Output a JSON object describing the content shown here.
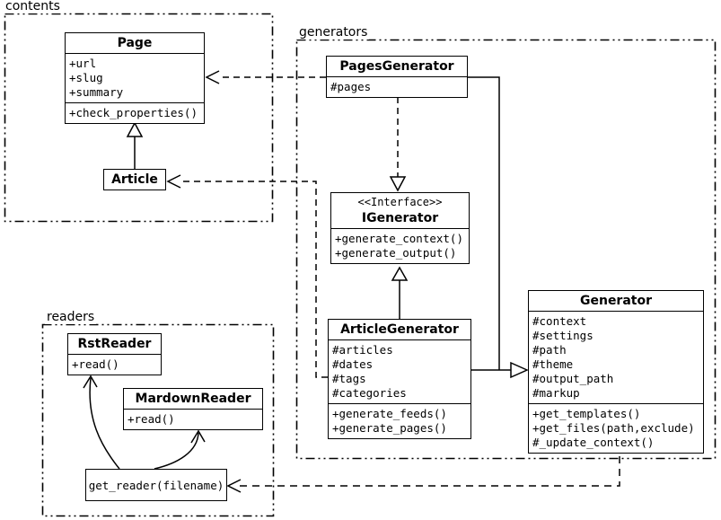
{
  "colors": {
    "line": "#000000",
    "background": "#ffffff"
  },
  "packages": {
    "contents": {
      "label": "contents"
    },
    "generators": {
      "label": "generators"
    },
    "readers": {
      "label": "readers"
    }
  },
  "classes": {
    "page": {
      "title": "Page",
      "attrs": [
        "+url",
        "+slug",
        "+summary"
      ],
      "methods": [
        "+check_properties()"
      ]
    },
    "article": {
      "title": "Article"
    },
    "pages_generator": {
      "title": "PagesGenerator",
      "attrs": [
        "#pages"
      ]
    },
    "igenerator": {
      "stereotype": "<<Interface>>",
      "title": "IGenerator",
      "methods": [
        "+generate_context()",
        "+generate_output()"
      ]
    },
    "article_generator": {
      "title": "ArticleGenerator",
      "attrs": [
        "#articles",
        "#dates",
        "#tags",
        "#categories"
      ],
      "methods": [
        "+generate_feeds()",
        "+generate_pages()"
      ]
    },
    "generator": {
      "title": "Generator",
      "attrs": [
        "#context",
        "#settings",
        "#path",
        "#theme",
        "#output_path",
        "#markup"
      ],
      "methods": [
        "+get_templates()",
        "+get_files(path,exclude)",
        "#_update_context()"
      ]
    },
    "rst_reader": {
      "title": "RstReader",
      "methods": [
        "+read()"
      ]
    },
    "markdown_reader": {
      "title": "MardownReader",
      "methods": [
        "+read()"
      ]
    },
    "get_reader": {
      "label": "get_reader(filename)"
    }
  }
}
